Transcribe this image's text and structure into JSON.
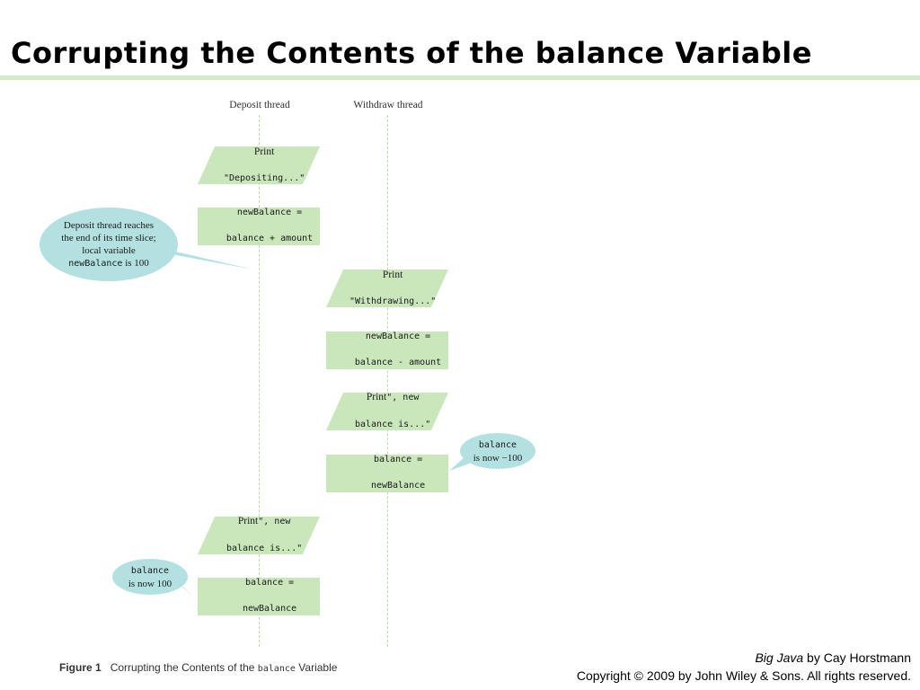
{
  "title": "Corrupting the Contents of the balance Variable",
  "lanes": {
    "deposit": "Deposit thread",
    "withdraw": "Withdraw thread"
  },
  "deposit_steps": {
    "print_depositing_1": "Print",
    "print_depositing_2": "\"Depositing...\"",
    "compute_1": "newBalance =",
    "compute_2": "balance + amount",
    "print_new_1a": "Print",
    "print_new_1b": "\", new",
    "print_new_2": "balance is...\"",
    "assign_1": "balance =",
    "assign_2": "newBalance"
  },
  "withdraw_steps": {
    "print_withdrawing_1": "Print",
    "print_withdrawing_2": "\"Withdrawing...\"",
    "compute_1": "newBalance =",
    "compute_2": "balance - amount",
    "print_new_1a": "Print",
    "print_new_1b": "\", new",
    "print_new_2": "balance is...\"",
    "assign_1": "balance =",
    "assign_2": "newBalance"
  },
  "callouts": {
    "time_slice_1": "Deposit thread reaches",
    "time_slice_2": "the end of its time slice;",
    "time_slice_3": "local variable",
    "time_slice_4a": "newBalance",
    "time_slice_4b": " is 100",
    "withdraw_balance_1": "balance",
    "withdraw_balance_2": "is now −100",
    "deposit_balance_1": "balance",
    "deposit_balance_2": "is now 100"
  },
  "caption": {
    "figure": "Figure 1",
    "text_a": "Corrupting the Contents of the ",
    "text_code": "balance",
    "text_b": " Variable"
  },
  "footer": {
    "book": "Big Java",
    "author": " by Cay Horstmann",
    "copyright": "Copyright © 2009 by John Wiley & Sons.  All rights reserved."
  },
  "colors": {
    "step_fill": "#c9e7bb",
    "callout_fill": "#b3e1e1",
    "timeline": "#b8dba9",
    "title_rule": "#d6e9c9"
  }
}
